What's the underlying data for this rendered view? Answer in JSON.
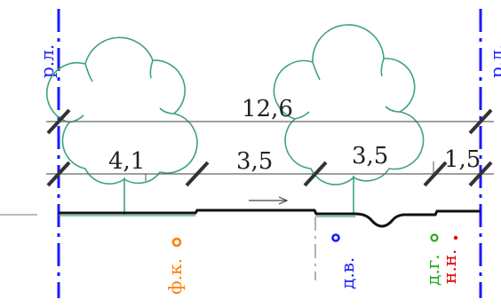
{
  "colors": {
    "red_line": "#1a1aff",
    "tree": "#3fa37a",
    "dimension": "#555555",
    "tick": "#333333",
    "profile": "#111111",
    "orange": "#ff8000",
    "blue": "#1a1aff",
    "green": "#22aa22",
    "red": "#e60000"
  },
  "left_boundary_label": "р.л.",
  "right_boundary_label": "р.л.",
  "total_width": "12,6",
  "segments": [
    "4,1",
    "3,5",
    "3,5",
    "1,5"
  ],
  "direction_arrow": "→",
  "markers": {
    "foundation": "ф.к.",
    "road_axis": "д.в.",
    "road_edge": "д.г.",
    "crown_bottom": "н.н."
  },
  "trees": [
    {
      "name": "tree-left",
      "icon": "tree-crown-icon"
    },
    {
      "name": "tree-right",
      "icon": "tree-crown-icon"
    }
  ]
}
